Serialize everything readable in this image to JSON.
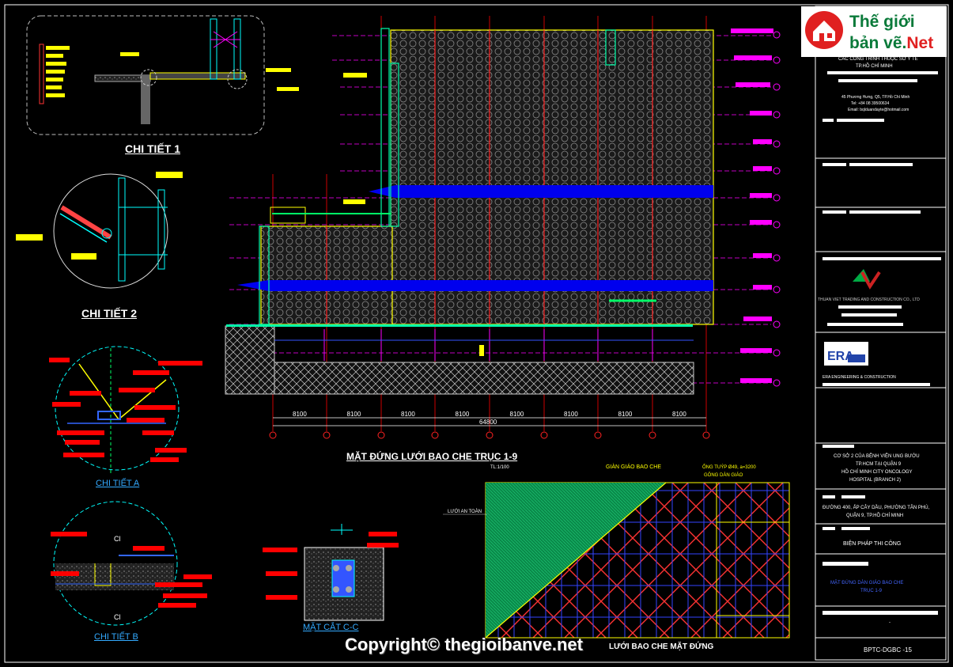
{
  "watermark": {
    "brand_line1": "Thế giới",
    "brand_line2": "bản vẽ.",
    "brand_net": "Net",
    "copyright": "Copyright© thegioibanve.net"
  },
  "details": {
    "chi_tiet_1": "CHI TIẾT 1",
    "chi_tiet_2": "CHI TIẾT 2",
    "chi_tiet_a": "CHI TIẾT A",
    "chi_tiet_b": "CHI TIẾT B",
    "mat_cat_cc": "MẶT CẮT C-C",
    "ci_top": "Cl",
    "ci_bottom": "Cl"
  },
  "elevation": {
    "title": "MẶT ĐỨNG LƯỚI BAO CHE TRỤC 1-9",
    "scale": "TL:1/100",
    "spans": [
      "8100",
      "8100",
      "8100",
      "8100",
      "8100",
      "8100",
      "8100",
      "8100"
    ],
    "total": "64800"
  },
  "partial": {
    "title_suffix": "LƯỚI BAO CHE MẶT ĐỨNG",
    "label_gian_giao": "GIÀN GIÁO BAO CHE",
    "label_ong_tuyp": "ỐNG TUÝP Ø49, a=3200",
    "label_gong": "GÔNG DÀN GIÁO",
    "label_luoi": "LƯỚI AN TOÀN"
  },
  "title_block": {
    "owner_line1": "CÁC CÔNG TRÌNH THUỘC SỞ Y TẾ",
    "owner_line2": "TP.HỒ CHÍ MINH",
    "address": "45 Phương Hưng, Q5, TP.Hồ Chí Minh",
    "tel": "Tel: +84 08 39500634",
    "email": "Email: bqlduandayte@hotmail.com",
    "contractor": "THUAN VIET TRADING AND CONSTRUCTION CO., LTD",
    "consultant": "ERA ENGINEERING & CONSTRUCTION",
    "project_line1": "CƠ SỞ 2 CỦA BỆNH VIỆN UNG BƯỚU",
    "project_line2": "TP.HCM TẠI QUẬN 9",
    "project_line3": "HỒ CHÍ MINH CITY ONCOLOGY",
    "project_line4": "HOSPITAL (BRANCH 2)",
    "location_line1": "ĐƯỜNG 400, ẤP CÂY DẦU, PHƯỜNG TÂN PHÚ,",
    "location_line2": "QUẬN 9, TP.HỒ CHÍ MINH",
    "phase": "BIỆN PHÁP THI CÔNG",
    "drawing_title_line1": "MẶT ĐỨNG DÀN GIÁO BAO CHE",
    "drawing_title_line2": "TRỤC 1-9",
    "drawing_no": "BPTC-DGBC -15",
    "dash": "-"
  },
  "colors": {
    "cad_bg": "#000000",
    "yellow": "#ffff00",
    "magenta": "#ff00ff",
    "red": "#ff0000",
    "blue": "#0000ff",
    "cyan": "#00ffff",
    "green": "#00cc66",
    "white": "#ffffff"
  }
}
